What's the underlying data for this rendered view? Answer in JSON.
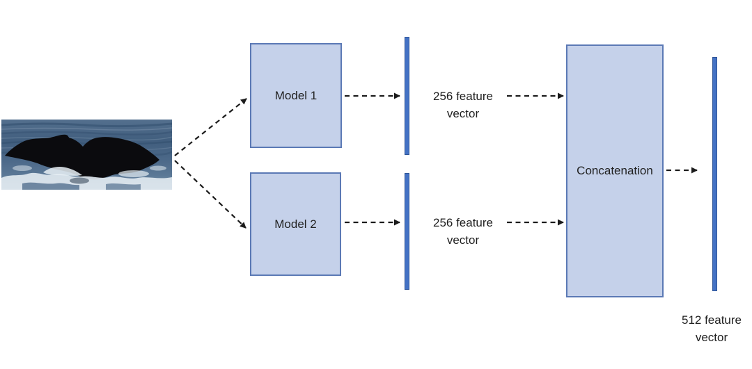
{
  "diagram": {
    "kind": "feature-concatenation-architecture",
    "input_image": {
      "alt": "whale fluke above ocean surface"
    },
    "nodes": {
      "model1": {
        "label": "Model 1"
      },
      "model2": {
        "label": "Model 2"
      },
      "concatenation": {
        "label": "Concatenation"
      }
    },
    "vectors": {
      "vector1": {
        "line1": "256 feature",
        "line2": "vector"
      },
      "vector2": {
        "line1": "256 feature",
        "line2": "vector"
      },
      "final_vector": {
        "line1": "512 feature",
        "line2": "vector"
      }
    },
    "colors": {
      "background": "#ffffff",
      "box_fill": "#c5d1ea",
      "box_border": "#5b79b5",
      "bar_fill": "#4472c4",
      "bar_border": "#2f5597",
      "arrow": "#1b1b1b",
      "text": "#1f1f1f"
    }
  }
}
